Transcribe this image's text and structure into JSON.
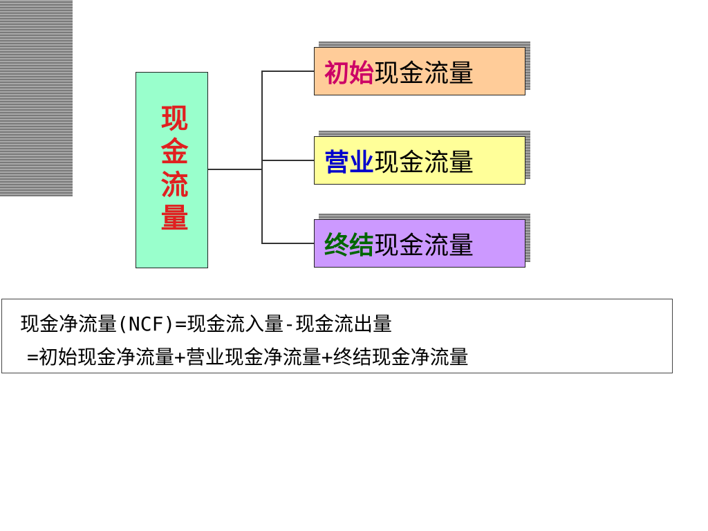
{
  "root": {
    "label": "现金流量",
    "color": "#e02020",
    "fill": "#99ffcc"
  },
  "nodes": [
    {
      "prefix": "初始",
      "suffix": "现金流量",
      "prefix_color": "#cc0066",
      "fill": "#ffcc99"
    },
    {
      "prefix": "营业",
      "suffix": "现金流量",
      "prefix_color": "#0000cc",
      "fill": "#ffff99"
    },
    {
      "prefix": "终结",
      "suffix": "现金流量",
      "prefix_color": "#006600",
      "fill": "#cc99ff"
    }
  ],
  "formula": {
    "line1": "现金净流量(NCF)=现金流入量-现金流出量",
    "line2": "=初始现金净流量+营业现金净流量+终结现金净流量"
  }
}
